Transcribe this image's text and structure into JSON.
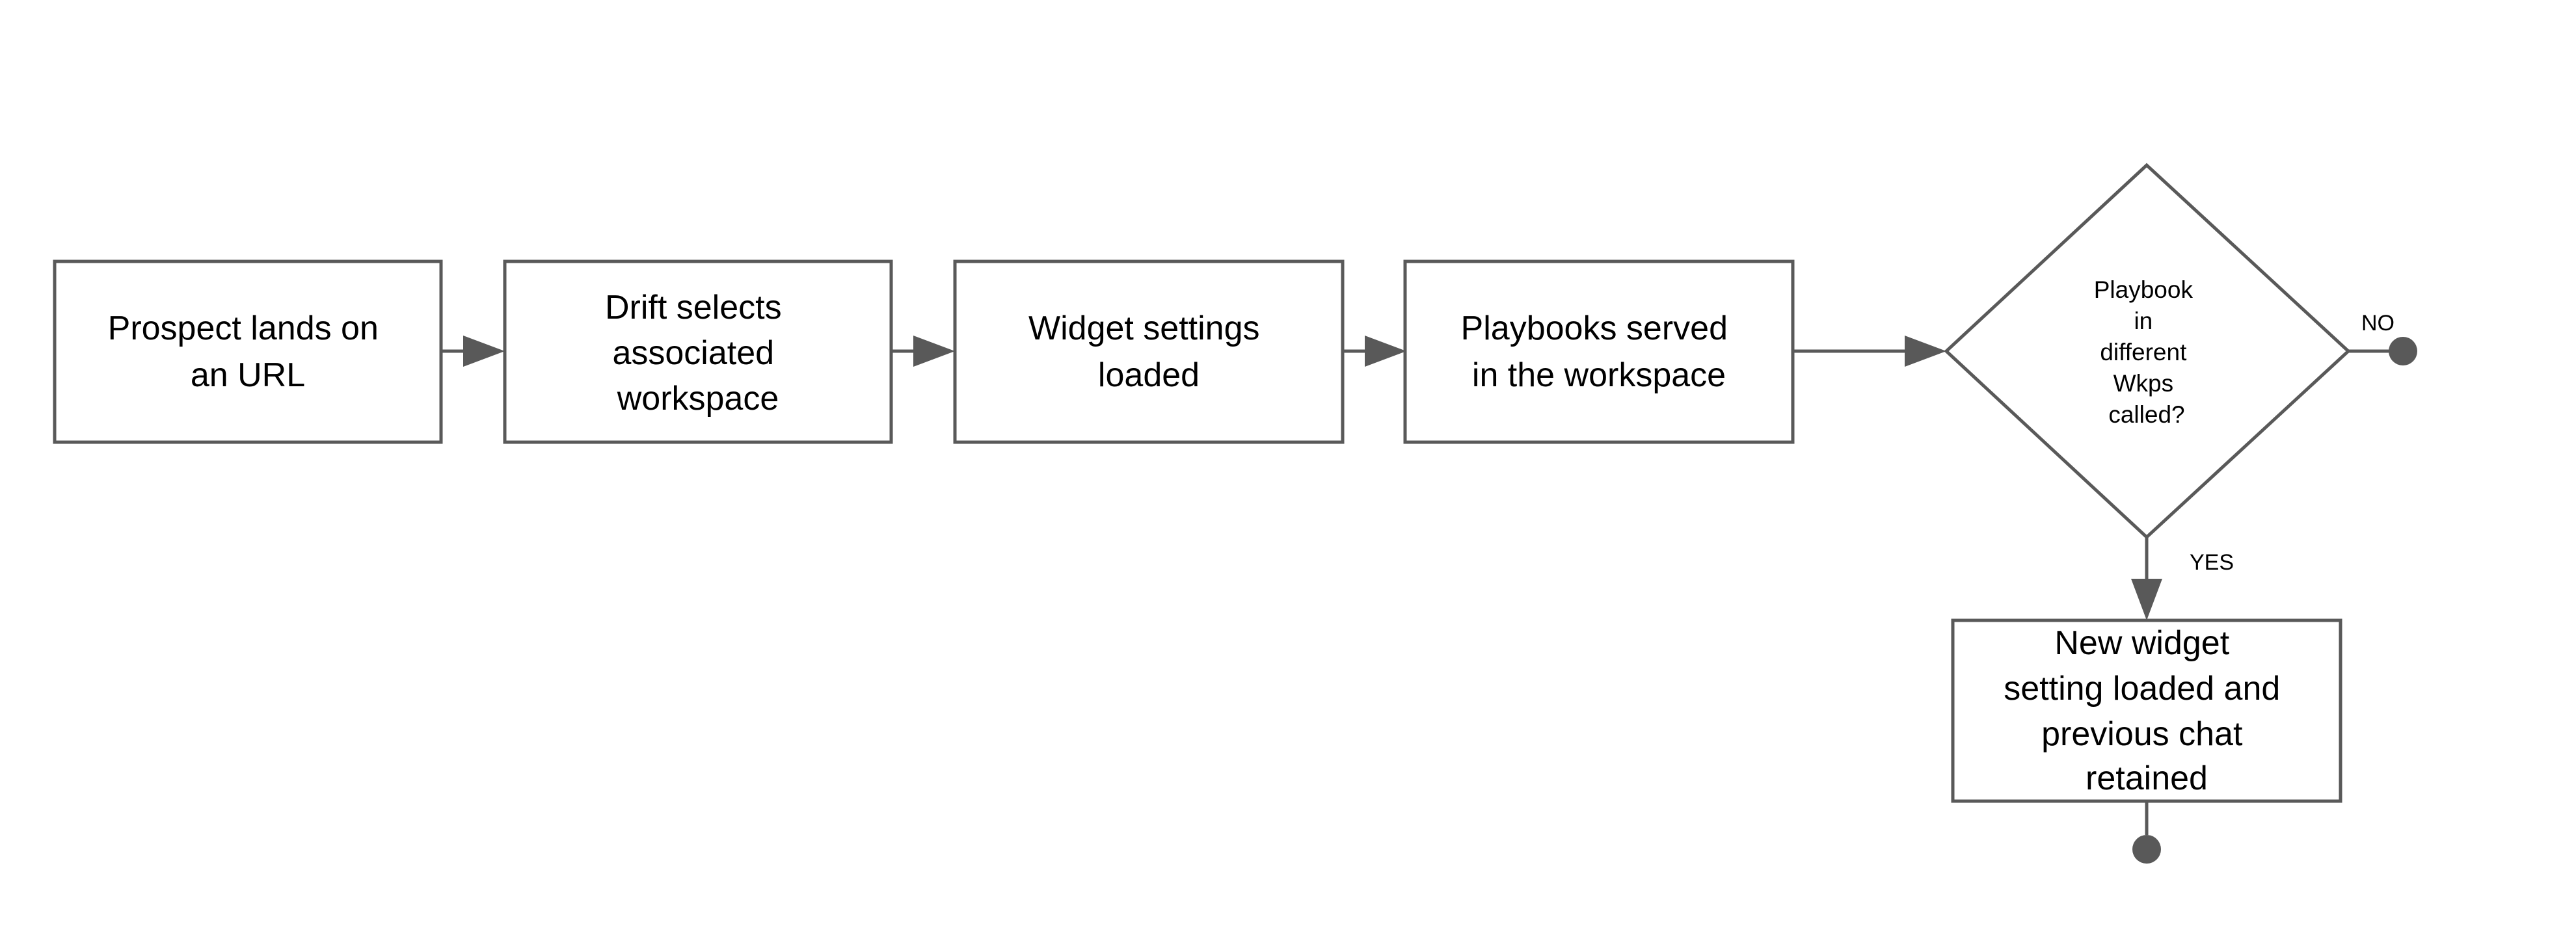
{
  "colors": {
    "stroke": "#595959",
    "fill": "#ffffff",
    "text": "#000000"
  },
  "nodes": {
    "prospect_lands": [
      "Prospect lands on",
      "an URL"
    ],
    "drift_selects": [
      "Drift selects",
      "associated",
      "workspace"
    ],
    "widget_settings": [
      "Widget settings",
      "loaded"
    ],
    "playbooks_served": [
      "Playbooks served",
      "in the workspace"
    ],
    "decision": [
      "Playbook",
      "in",
      "different",
      "Wkps",
      "called?"
    ],
    "new_widget": [
      "New widget",
      "setting loaded and",
      "previous chat",
      "retained"
    ]
  },
  "edge_labels": {
    "no": "NO",
    "yes": "YES"
  }
}
